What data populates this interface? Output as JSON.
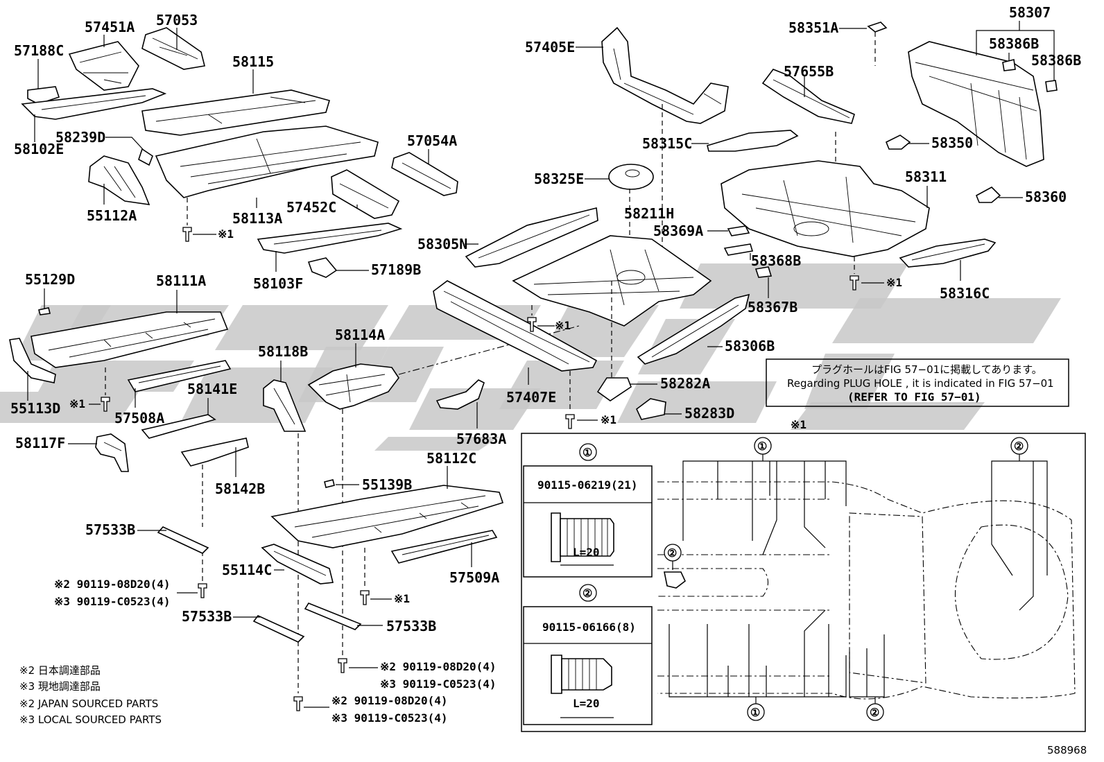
{
  "diagram_id": "588968",
  "labels": {
    "l57451A": "57451A",
    "l57053": "57053",
    "l57188C": "57188C",
    "l58115": "58115",
    "l58102E": "58102E",
    "l58239D": "58239D",
    "l55112A": "55112A",
    "l58113A": "58113A",
    "l57054A": "57054A",
    "l57452C": "57452C",
    "l58103F": "58103F",
    "l57189B": "57189B",
    "l55129D": "55129D",
    "l58111A": "58111A",
    "l55113D": "55113D",
    "l57508A": "57508A",
    "l58141E": "58141E",
    "l58118B": "58118B",
    "l58114A": "58114A",
    "l58117F": "58117F",
    "l58142B": "58142B",
    "l57533B_1": "57533B",
    "l57533B_2": "57533B",
    "l57533B_3": "57533B",
    "l55114C": "55114C",
    "l55139B": "55139B",
    "l58112C": "58112C",
    "l57509A": "57509A",
    "l57405E": "57405E",
    "l58315C": "58315C",
    "l58325E": "58325E",
    "l58211H": "58211H",
    "l58305N": "58305N",
    "l57407E": "57407E",
    "l57683A": "57683A",
    "l58282A": "58282A",
    "l58283D": "58283D",
    "l58306B": "58306B",
    "l58369A": "58369A",
    "l58368B": "58368B",
    "l58367B": "58367B",
    "l58351A": "58351A",
    "l57655B": "57655B",
    "l58307": "58307",
    "l58386B_1": "58386B",
    "l58386B_2": "58386B",
    "l58350": "58350",
    "l58311": "58311",
    "l58360": "58360",
    "l58316C": "58316C"
  },
  "mark_x1": "※1",
  "fasteners": {
    "left_2": "※2 90119-08D20(4)",
    "left_3": "※3 90119-C0523(4)",
    "mid_2": "※2 90119-08D20(4)",
    "mid_3": "※3 90119-C0523(4)",
    "bot_2": "※2 90119-08D20(4)",
    "bot_3": "※3 90119-C0523(4)"
  },
  "legend_notes": {
    "jp_2": "※2 日本調達部品",
    "jp_3": "※3 現地調達部品",
    "en_2": "※2 JAPAN SOURCED PARTS",
    "en_3": "※3 LOCAL SOURCED PARTS"
  },
  "plug_note": {
    "jp": "プラグホールはFIG 57−01に掲載してあります。",
    "en": "Regarding PLUG HOLE , it is indicated in FIG 57−01",
    "ref": "(REFER TO FIG 57−01)"
  },
  "inset": {
    "title_mark": "※1",
    "circle_1": "①",
    "circle_2": "②",
    "bolt1_part": "90115-06219(21)",
    "bolt1_len": "L=20",
    "bolt2_part": "90115-06166(8)",
    "bolt2_len": "L=20"
  },
  "colors": {
    "line": "#000000",
    "watermark": "#c8c8c8",
    "background": "#ffffff"
  }
}
